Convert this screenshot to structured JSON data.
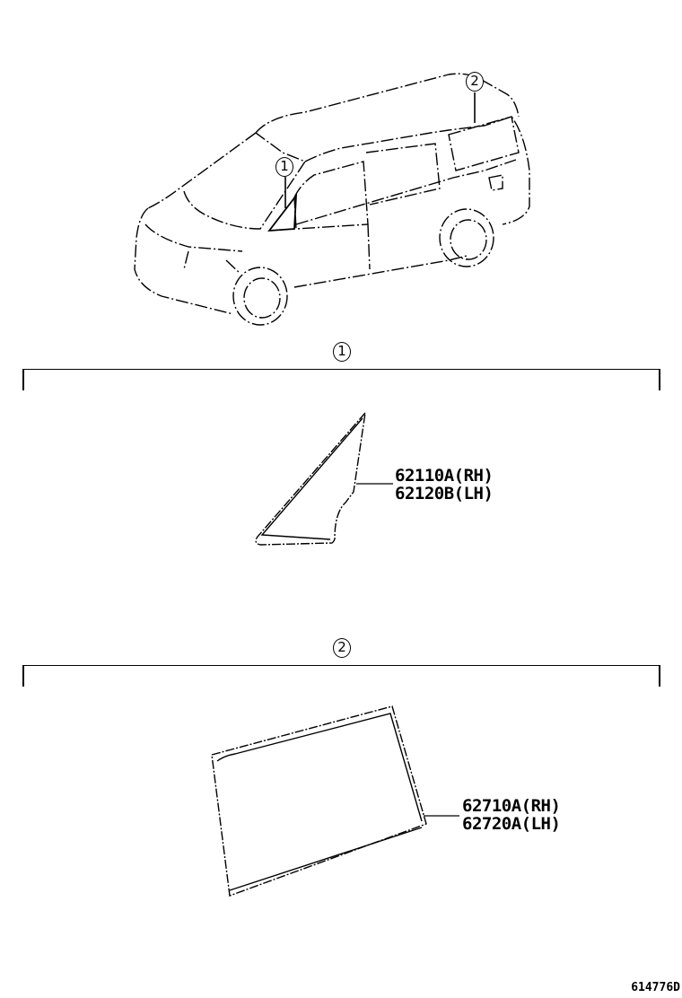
{
  "diagram": {
    "overview": {
      "title": "vehicle-overview",
      "callouts": [
        {
          "id": "1",
          "label": "1",
          "location": "front quarter window"
        },
        {
          "id": "2",
          "label": "2",
          "location": "rear quarter window"
        }
      ]
    },
    "sections": [
      {
        "callout": "1",
        "parts": [
          "62110A(RH)",
          "62120B(LH)"
        ]
      },
      {
        "callout": "2",
        "parts": [
          "62710A(RH)",
          "62720A(LH)"
        ]
      }
    ],
    "reference_code": "614776D"
  },
  "colors": {
    "line": "#000000",
    "background": "#ffffff"
  }
}
